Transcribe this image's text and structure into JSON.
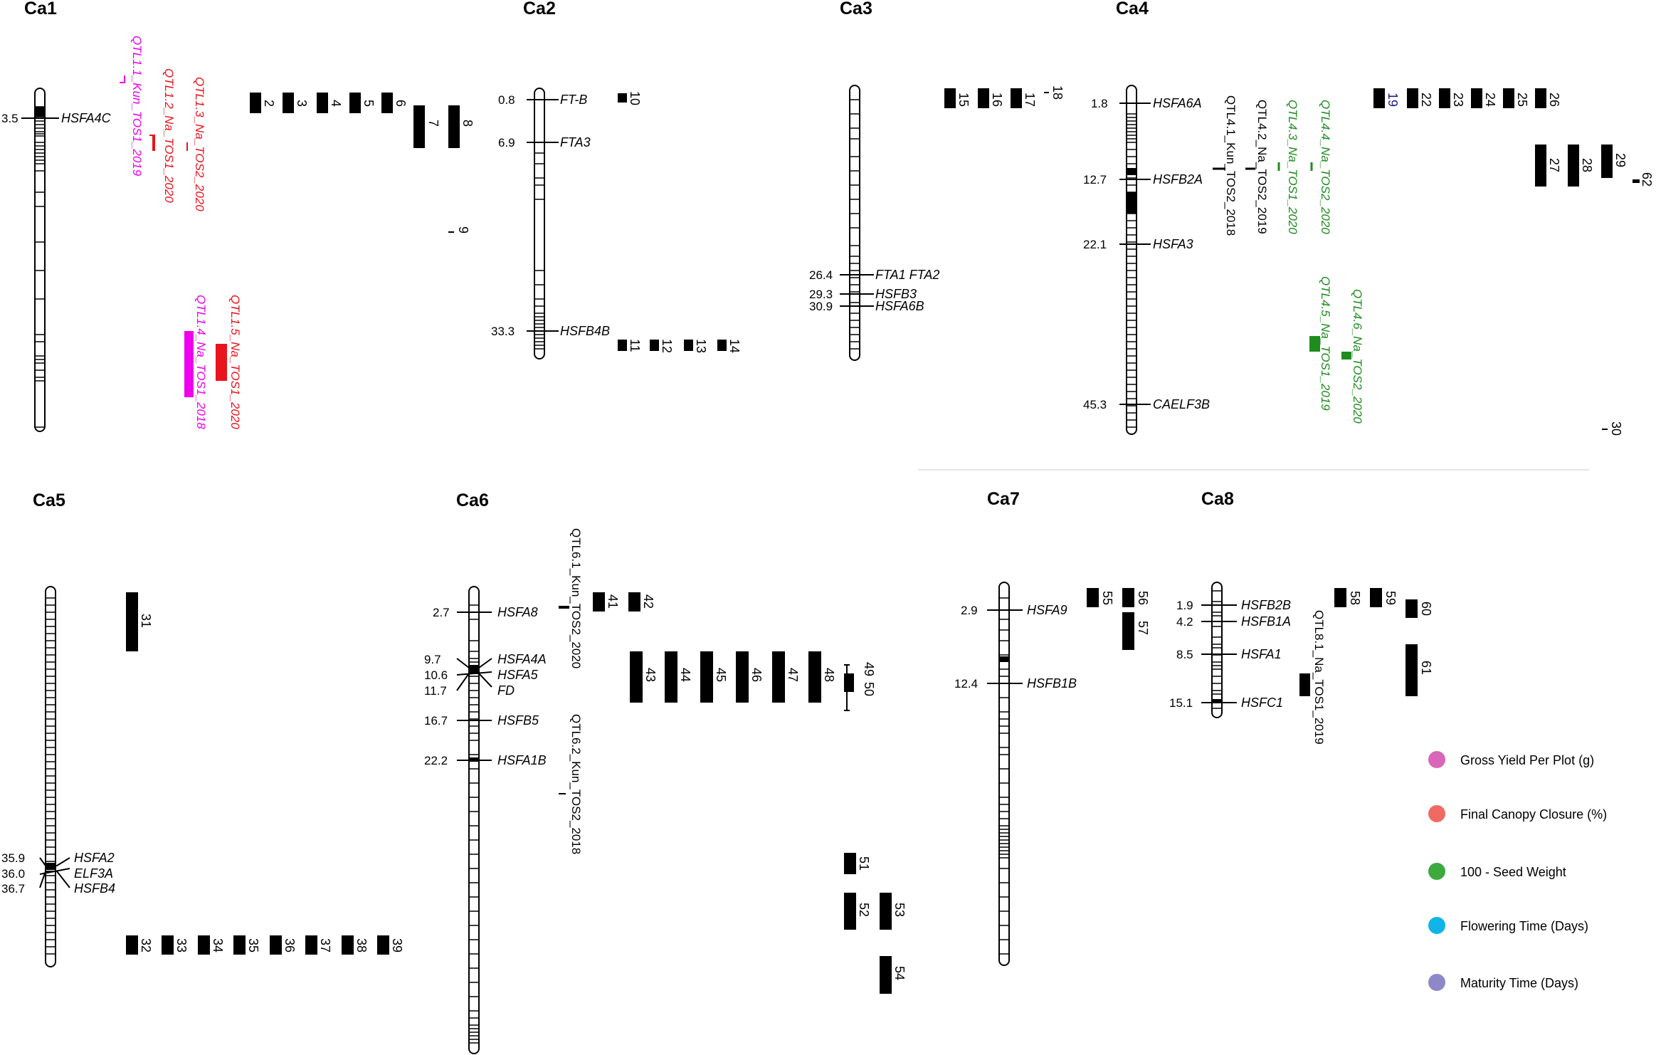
{
  "chromosomes": [
    {
      "name": "Ca1",
      "markers": [
        {
          "pos": "3.5",
          "gene": "HSFA4C"
        }
      ],
      "qtls": [
        {
          "label": "QTL1.1_Kun_TOS1_2019",
          "color": "#ee00ee",
          "italic": true
        },
        {
          "label": "QTL1.2_Na_TOS1_2020",
          "color": "#e8141e",
          "italic": true
        },
        {
          "label": "QTL1.3_Na_TOS2_2020",
          "color": "#e8141e",
          "italic": true
        },
        {
          "label": "QTL1.4_Na_TOS1_2018",
          "color": "#ee00ee",
          "italic": true
        },
        {
          "label": "QTL1.5_Na_TOS1_2020",
          "color": "#e8141e",
          "italic": true
        }
      ],
      "blocks": [
        "2",
        "3",
        "4",
        "5",
        "6",
        "7",
        "8",
        "9"
      ]
    },
    {
      "name": "Ca2",
      "markers": [
        {
          "pos": "0.8",
          "gene": "FT-B"
        },
        {
          "pos": "6.9",
          "gene": "FTA3"
        },
        {
          "pos": "33.3",
          "gene": "HSFB4B"
        }
      ],
      "qtls": [],
      "blocks": [
        "10",
        "11",
        "12",
        "13",
        "14"
      ]
    },
    {
      "name": "Ca3",
      "markers": [
        {
          "pos": "26.4",
          "gene": "FTA1 FTA2"
        },
        {
          "pos": "29.3",
          "gene": "HSFB3"
        },
        {
          "pos": "30.9",
          "gene": "HSFA6B"
        }
      ],
      "qtls": [],
      "blocks": [
        "15",
        "16",
        "17",
        "18"
      ]
    },
    {
      "name": "Ca4",
      "markers": [
        {
          "pos": "1.8",
          "gene": "HSFA6A"
        },
        {
          "pos": "12.7",
          "gene": "HSFB2A"
        },
        {
          "pos": "22.1",
          "gene": "HSFA3"
        },
        {
          "pos": "45.3",
          "gene": "CAELF3B"
        }
      ],
      "qtls": [
        {
          "label": "QTL4.1_Kun_TOS2_2018",
          "color": "#000000",
          "italic": false
        },
        {
          "label": "QTL4.2_Na_TOS2_2019",
          "color": "#000000",
          "italic": false
        },
        {
          "label": "QTL4.3_Na_TOS1_2020",
          "color": "#1e8c1e",
          "italic": true
        },
        {
          "label": "QTL4.4_Na_TOS2_2020",
          "color": "#1e8c1e",
          "italic": true
        },
        {
          "label": "QTL4.5_Na_TOS1_2019",
          "color": "#1e8c1e",
          "italic": true
        },
        {
          "label": "QTL4.6_Na_TOS2_2020",
          "color": "#1e8c1e",
          "italic": true
        }
      ],
      "blocks": [
        "19",
        "22",
        "23",
        "24",
        "25",
        "26",
        "27",
        "28",
        "29",
        "62",
        "30"
      ]
    },
    {
      "name": "Ca5",
      "markers": [
        {
          "pos": "35.9",
          "gene": "HSFA2"
        },
        {
          "pos": "36.0",
          "gene": "ELF3A"
        },
        {
          "pos": "36.7",
          "gene": "HSFB4"
        }
      ],
      "qtls": [],
      "blocks": [
        "31",
        "32",
        "33",
        "34",
        "35",
        "36",
        "37",
        "38",
        "39"
      ]
    },
    {
      "name": "Ca6",
      "markers": [
        {
          "pos": "2.7",
          "gene": "HSFA8"
        },
        {
          "pos": "9.7",
          "gene": "HSFA4A"
        },
        {
          "pos": "10.6",
          "gene": "HSFA5"
        },
        {
          "pos": "11.7",
          "gene": "FD"
        },
        {
          "pos": "16.7",
          "gene": "HSFB5"
        },
        {
          "pos": "22.2",
          "gene": "HSFA1B"
        }
      ],
      "qtls": [
        {
          "label": "QTL6.1_Kun_TOS2_2020",
          "color": "#000000",
          "italic": false
        },
        {
          "label": "QTL6.2_Kun_TOS2_2018",
          "color": "#000000",
          "italic": false
        }
      ],
      "blocks": [
        "41",
        "42",
        "43",
        "44",
        "45",
        "46",
        "47",
        "48",
        "49",
        "50",
        "51",
        "52",
        "53",
        "54"
      ]
    },
    {
      "name": "Ca7",
      "markers": [
        {
          "pos": "2.9",
          "gene": "HSFA9"
        },
        {
          "pos": "12.4",
          "gene": "HSFB1B"
        }
      ],
      "qtls": [],
      "blocks": [
        "55",
        "56",
        "57"
      ]
    },
    {
      "name": "Ca8",
      "markers": [
        {
          "pos": "1.9",
          "gene": "HSFB2B"
        },
        {
          "pos": "4.2",
          "gene": "HSFB1A"
        },
        {
          "pos": "8.5",
          "gene": "HSFA1"
        },
        {
          "pos": "15.1",
          "gene": "HSFC1"
        }
      ],
      "qtls": [
        {
          "label": "QTL8.1_Na_TOS1_2019",
          "color": "#000000",
          "italic": false
        }
      ],
      "blocks": [
        "58",
        "59",
        "60",
        "61"
      ]
    }
  ],
  "legend": [
    {
      "label": "Gross Yield Per Plot (g)",
      "color": "#d966b8"
    },
    {
      "label": "Final Canopy Closure (%)",
      "color": "#f06a64"
    },
    {
      "label": "100 - Seed Weight",
      "color": "#3daa3d"
    },
    {
      "label": "Flowering Time (Days)",
      "color": "#10b4e8"
    },
    {
      "label": "Maturity Time (Days)",
      "color": "#8e88c8"
    }
  ]
}
